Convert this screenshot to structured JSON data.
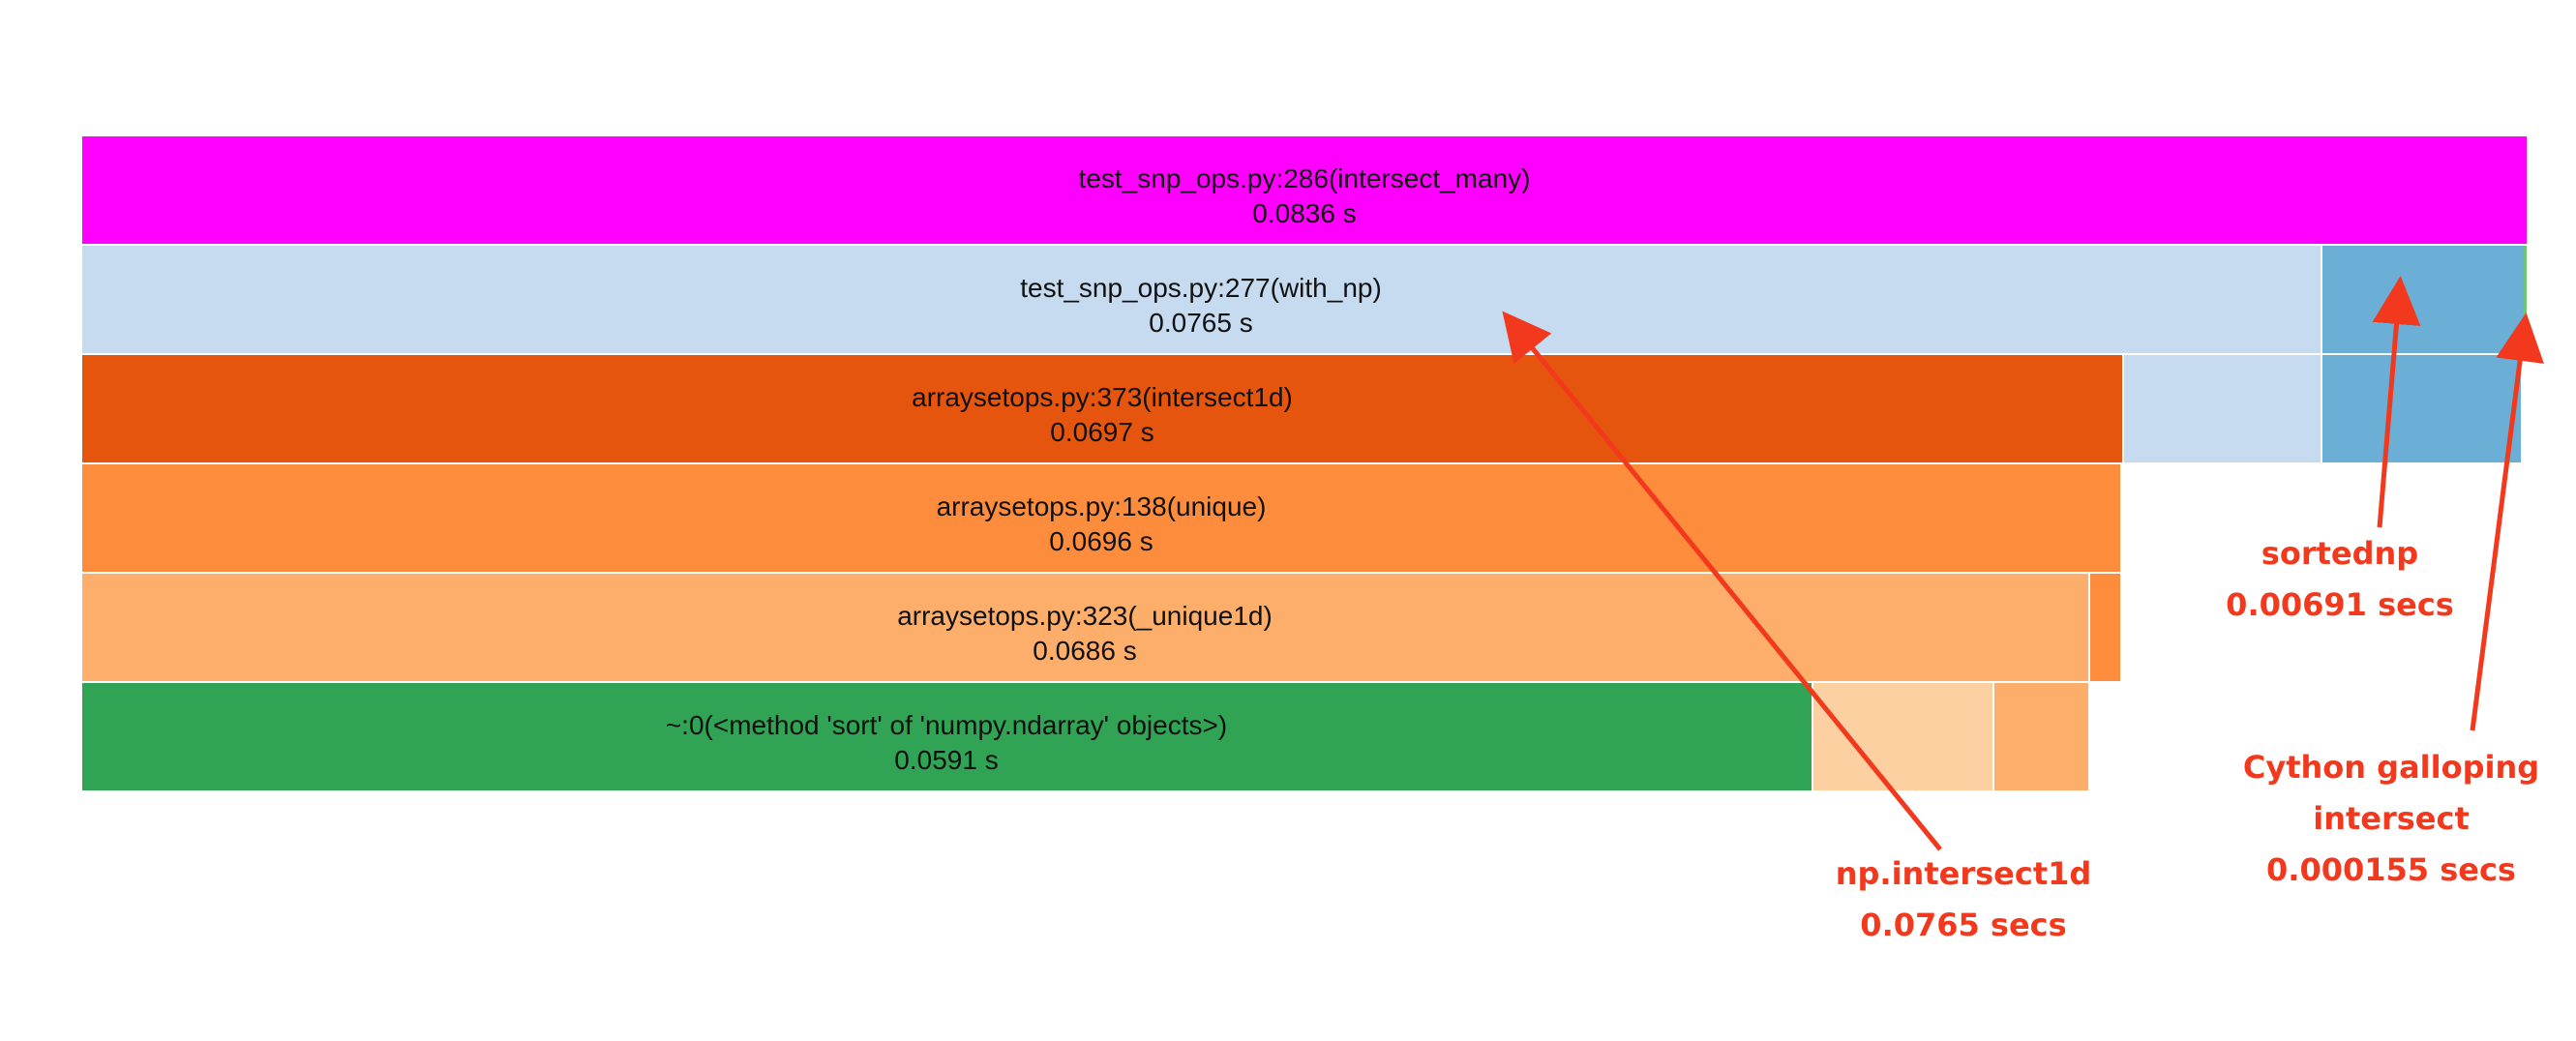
{
  "frames": [
    {
      "id": "intersect_many",
      "name": "test_snp_ops.py:286(intersect_many)",
      "time": "0.0836 s",
      "color": "#ff00ff"
    },
    {
      "id": "with_np",
      "name": "test_snp_ops.py:277(with_np)",
      "time": "0.0765 s",
      "color": "#c6dbef"
    },
    {
      "id": "intersect1d",
      "name": "arraysetops.py:373(intersect1d)",
      "time": "0.0697 s",
      "color": "#e6550d"
    },
    {
      "id": "unique",
      "name": "arraysetops.py:138(unique)",
      "time": "0.0696 s",
      "color": "#fd8d3c"
    },
    {
      "id": "unique1d",
      "name": "arraysetops.py:323(_unique1d)",
      "time": "0.0686 s",
      "color": "#fdae6b"
    },
    {
      "id": "sort",
      "name": "~:0(<method 'sort' of 'numpy.ndarray' objects>)",
      "time": "0.0591 s",
      "color": "#31a354"
    }
  ],
  "extra_colors": {
    "sortednp": "#6baed6",
    "light_peach": "#fdd0a2",
    "cython": "#74c476"
  },
  "annotations": {
    "np_intersect": {
      "line1": "np.intersect1d",
      "line2": "0.0765 secs"
    },
    "sortednp": {
      "line1": "sortednp",
      "line2": "0.00691 secs"
    },
    "cython": {
      "line1": "Cython galloping",
      "line2": "intersect",
      "line3": "0.000155 secs"
    }
  },
  "arrow_color": "#f2391d"
}
